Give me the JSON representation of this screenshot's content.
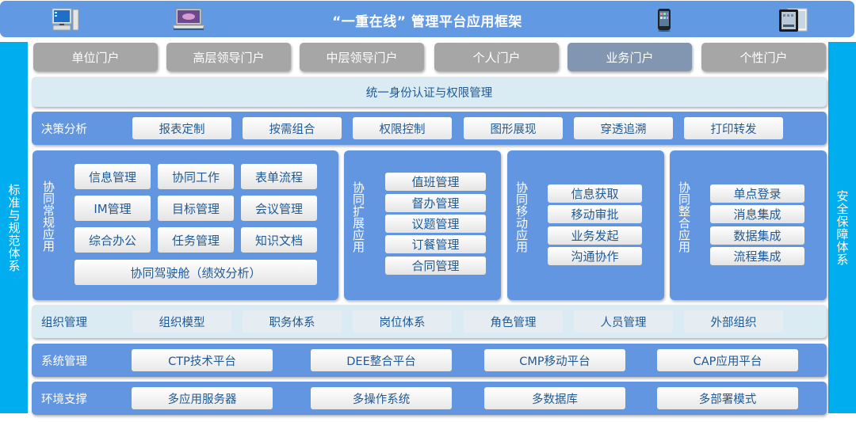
{
  "header": {
    "title": "“一重在线” 管理平台应用框架",
    "devices": [
      "desktop-computer",
      "laptop",
      "smartphone",
      "tablet"
    ]
  },
  "pillars": {
    "left": "标准与规范体系",
    "right": "安全保障体系"
  },
  "portals": [
    {
      "label": "单位门户",
      "active": false
    },
    {
      "label": "高层领导门户",
      "active": false
    },
    {
      "label": "中层领导门户",
      "active": false
    },
    {
      "label": "个人门户",
      "active": false
    },
    {
      "label": "业务门户",
      "active": true
    },
    {
      "label": "个性门户",
      "active": false
    }
  ],
  "auth": {
    "label": "统一身份认证与权限管理"
  },
  "decision": {
    "label": "决策分析",
    "items": [
      "报表定制",
      "按需组合",
      "权限控制",
      "图形展现",
      "穿透追溯",
      "打印转发"
    ]
  },
  "panels": {
    "regular": {
      "label": "协同常规应用",
      "items": [
        "信息管理",
        "协同工作",
        "表单流程",
        "IM管理",
        "目标管理",
        "会议管理",
        "综合办公",
        "任务管理",
        "知识文档"
      ],
      "wide_item": "协同驾驶舱（绩效分析）"
    },
    "extension": {
      "label": "协同扩展应用",
      "items": [
        "值班管理",
        "督办管理",
        "议题管理",
        "订餐管理",
        "合同管理"
      ]
    },
    "mobile": {
      "label": "协同移动应用",
      "items": [
        "信息获取",
        "移动审批",
        "业务发起",
        "沟通协作"
      ]
    },
    "integration": {
      "label": "协同整合应用",
      "items": [
        "单点登录",
        "消息集成",
        "数据集成",
        "流程集成"
      ]
    }
  },
  "org": {
    "label": "组织管理",
    "items": [
      "组织模型",
      "职务体系",
      "岗位体系",
      "角色管理",
      "人员管理",
      "外部组织"
    ]
  },
  "system": {
    "label": "系统管理",
    "items": [
      "CTP技术平台",
      "DEE整合平台",
      "CMP移动平台",
      "CAP应用平台"
    ]
  },
  "env": {
    "label": "环境支撑",
    "items": [
      "多应用服务器",
      "多操作系统",
      "多数据库",
      "多部署模式"
    ]
  },
  "colors": {
    "header_bg": "#6199e3",
    "pillar_bg": "#00aeef",
    "band_blue": "#6396e0",
    "band_light": "#daebf4",
    "portal_gray": "#a6a6a6",
    "portal_active": "#8296b2",
    "chip_text": "#1f5a96"
  }
}
